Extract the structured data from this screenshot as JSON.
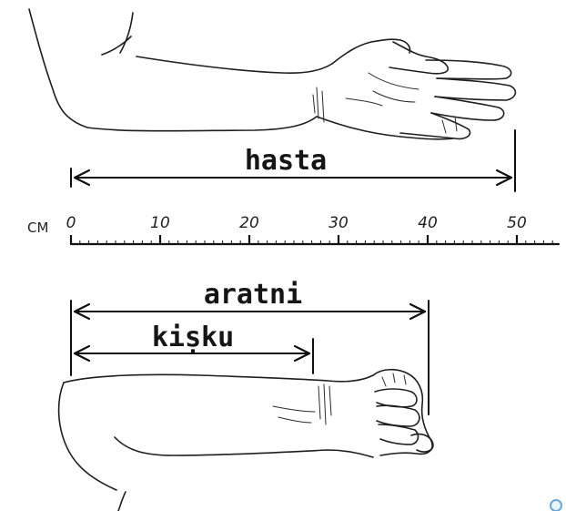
{
  "diagram": {
    "unit_label": "CM",
    "ruler_ticks": [
      "0",
      "10",
      "20",
      "30",
      "40",
      "50"
    ],
    "labels": {
      "hasta": "hasta",
      "aratni": "aratni",
      "kisku": "kiṣku"
    },
    "measurements_cm": {
      "hasta": 49,
      "aratni": 40.5,
      "kisku": 28
    },
    "ruler_range_cm": [
      0,
      55
    ],
    "colors": {
      "ink": "#111111",
      "paper": "#ffffff",
      "badge": "#6aa7d8"
    }
  }
}
